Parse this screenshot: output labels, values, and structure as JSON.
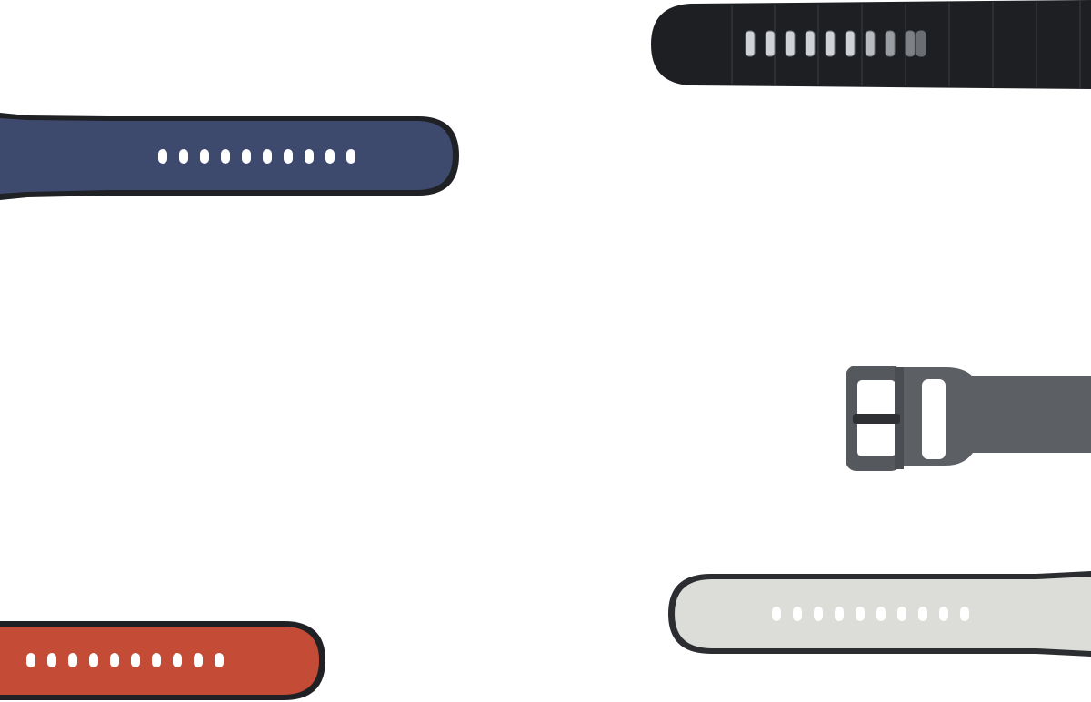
{
  "image": {
    "kind": "product-photo",
    "subject": "watch-bands",
    "background": "#ffffff"
  },
  "bands": [
    {
      "id": "navy",
      "color": "#3d4a6e",
      "edge": "#1f2125",
      "hole_count": 10,
      "hole_color": "#ffffff"
    },
    {
      "id": "black",
      "color": "#1d1f22",
      "edge": "#0e0f11",
      "hole_count": 10,
      "hole_color": "#cfd2d6"
    },
    {
      "id": "gray-buckle",
      "color": "#5c5f64",
      "edge": "#3f4246",
      "hole_count": 0
    },
    {
      "id": "light-gray",
      "color": "#dcdcd8",
      "edge": "#2b2d31",
      "hole_count": 10,
      "hole_color": "#ffffff"
    },
    {
      "id": "orange",
      "color": "#c44b35",
      "edge": "#1f2125",
      "hole_count": 10,
      "hole_color": "#ffffff"
    }
  ]
}
